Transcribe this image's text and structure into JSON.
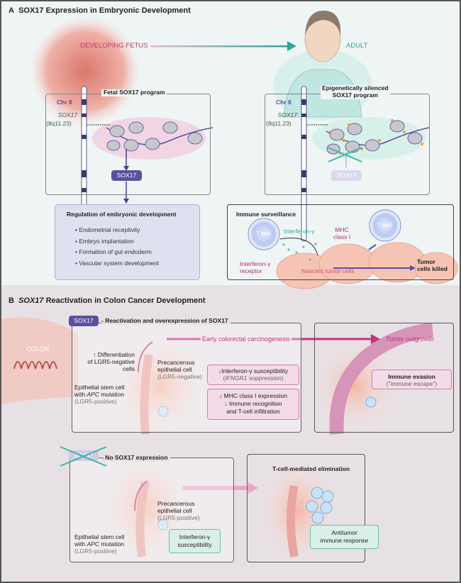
{
  "panel_a": {
    "letter": "A",
    "title": "SOX17 Expression in Embryonic Development",
    "fetus_label": "DEVELOPING FETUS",
    "adult_label": "ADULT",
    "left": {
      "title": "Fetal SOX17 program",
      "chr": "Chr 8",
      "gene": "SOX17",
      "locus": "(8q11.23)",
      "protein": "SOX17"
    },
    "right": {
      "title_line1": "Epigenetically silenced",
      "title_line2": "SOX17 program",
      "chr": "Chr 8",
      "gene": "SOX17",
      "locus": "(8q11.23)",
      "protein": "SOX17"
    },
    "regulation": {
      "title": "Regulation of embryonic development",
      "items": [
        "Endometrial receptivity",
        "Embryo implantation",
        "Formation of gut endoderm",
        "Vascular system development"
      ]
    },
    "immune": {
      "title": "Immune surveillance",
      "tcell1": "T cell",
      "tcell2": "T cell",
      "ifn": "Interferon-γ",
      "mhc_line1": "MHC",
      "mhc_line2": "class I",
      "receptor_line1": "Interferon-γ",
      "receptor_line2": "receptor",
      "nascent": "Nascent tumor cells",
      "killed_line1": "Tumor",
      "killed_line2": "cells killed"
    }
  },
  "panel_b": {
    "letter": "B",
    "title_italic": "SOX17",
    "title_rest": " Reactivation in Colon Cancer Development",
    "colon": "COLON",
    "top": {
      "badge": "SOX17",
      "heading": "- Reactivation and overexpression of SOX17",
      "carcinogenesis": "Early colorectal carcinogenesis",
      "outgrowth": "Tumor outgrowth",
      "diff_line1": "↑ Differentiation",
      "diff_line2": "of LGR5-negative",
      "diff_line3": "cells",
      "precancer_line1": "Precancerous",
      "precancer_line2": "epithelial cell",
      "precancer_line3": "(LGR5-negative)",
      "stem_line1": "Epithelial stem cell",
      "stem_line2_pre": "with ",
      "stem_line2_it": "APC",
      "stem_line2_post": " mutation",
      "stem_line3": "(LGR5-positive)",
      "ifn_box_line1": "↓Interferon-γ susceptibility",
      "ifn_box_line2_it": "IFNGR1",
      "ifn_box_line2_rest": " suppression)",
      "ifn_box_paren": "(",
      "mhc_box_line1": "↓ MHC class I expression",
      "mhc_box_line2": "↓ Immune recognition",
      "mhc_box_line3": "and T-cell infiltration",
      "evasion_line1": "Immune evasion",
      "evasion_line2": "(\"immune escape\")"
    },
    "bottom": {
      "badge": "SOX17",
      "heading": "- No SOX17 expression",
      "precancer_line1": "Precancerous",
      "precancer_line2": "epithelial cell",
      "precancer_line3": "(LGR5-positive)",
      "stem_line1": "Epithelial stem cell",
      "stem_line2_pre": "with ",
      "stem_line2_it": "APC",
      "stem_line2_post": " mutation",
      "stem_line3": "(LGR5-positive)",
      "ifn_line1": "Interferon-γ",
      "ifn_line2": "susceptibility",
      "elimination": "T-cell-mediated elimination",
      "antitumor_line1": "Antitumor",
      "antitumor_line2": "immune response"
    }
  },
  "colors": {
    "sox17": "#5b4fa0",
    "pink": "#c8307a",
    "teal": "#2aa89a",
    "orange": "#f0a030"
  }
}
